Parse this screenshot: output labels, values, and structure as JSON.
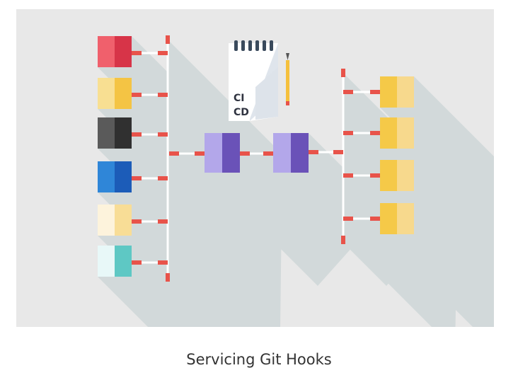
{
  "caption": "Servicing Git Hooks",
  "notepad": {
    "line1": "CI",
    "line2": "CD"
  },
  "colors": {
    "background": "#e8e8e8",
    "shadow": "#cfd7d8",
    "connector": "#e8534a",
    "pipe": "#ffffff",
    "pipeline_box": [
      "#b3a7ea",
      "#6a52b8"
    ],
    "target_box": [
      "#f7d98d",
      "#f5c948"
    ],
    "source_boxes": [
      [
        "#f0606c",
        "#d73448"
      ],
      [
        "#f8df92",
        "#f4c444"
      ],
      [
        "#5a5a5a",
        "#303030"
      ],
      [
        "#2f86d8",
        "#1c5cb8"
      ],
      [
        "#fdf3dc",
        "#f8dd96"
      ],
      [
        "#e8f8f8",
        "#5ec8c4"
      ]
    ]
  },
  "icons": [
    "notepad-icon",
    "pencil-icon"
  ]
}
